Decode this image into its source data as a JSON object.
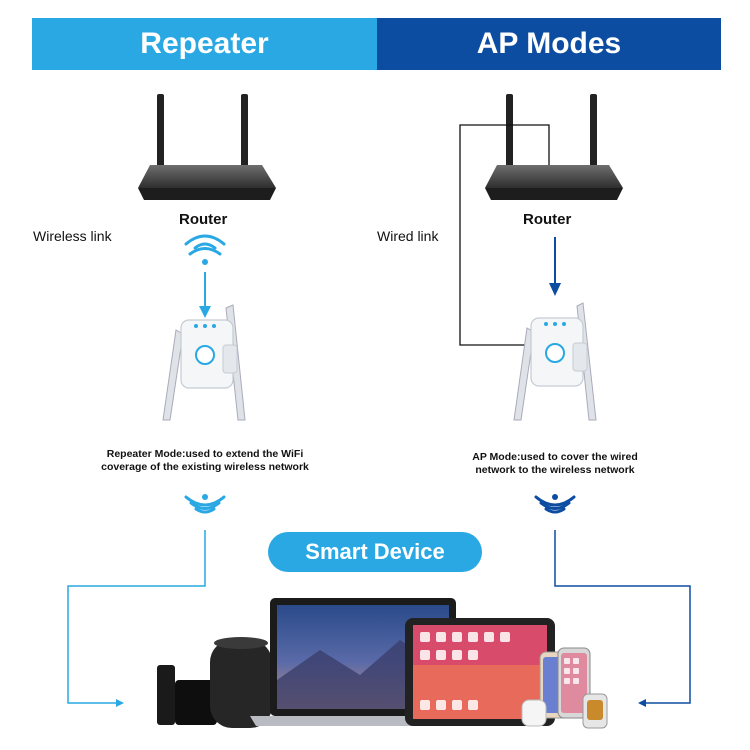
{
  "banners": {
    "left": "Repeater",
    "right": "AP Modes"
  },
  "left_panel": {
    "router_label": "Router",
    "link_label": "Wireless link",
    "caption_line1": "Repeater Mode:used to extend the WiFi",
    "caption_line2": "coverage of the existing wireless network"
  },
  "right_panel": {
    "router_label": "Router",
    "link_label": "Wired link",
    "caption_line1": "AP Mode:used to cover the wired",
    "caption_line2": "network to the wireless network"
  },
  "smart_device_label": "Smart Device",
  "colors": {
    "light_blue": "#29a8e4",
    "dark_blue": "#0d4da1"
  },
  "icons": [
    "router-icon",
    "wifi-icon",
    "repeater-icon",
    "arrow-down-icon",
    "laptop-icon",
    "tablet-icon",
    "phone-icon",
    "speaker-icon",
    "tv-box-icon",
    "watch-icon",
    "earbuds-icon"
  ]
}
